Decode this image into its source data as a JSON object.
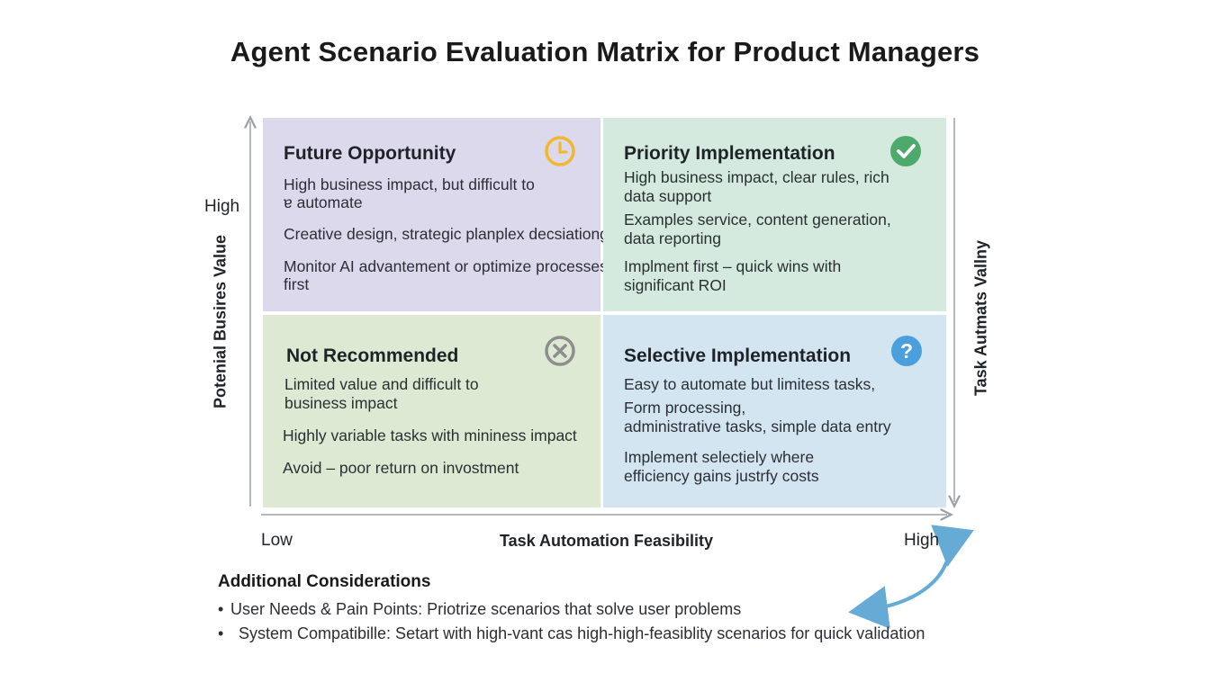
{
  "title": "Agent Scenario Evaluation Matrix for Product Managers",
  "axes": {
    "y_label": "Potenial Busires Value",
    "y_high": "High",
    "right_label": "Task Autmats Vallny",
    "x_label": "Task Automation Feasibility",
    "x_low": "Low",
    "x_high": "High"
  },
  "quadrants": {
    "future": {
      "title": "Future Opportunity",
      "icon": "clock-icon",
      "lines": [
        "High business impact, but difficult to",
        "ɐ automate",
        "Creative design, strategic planplex decsiationg",
        "Monitor AI advantement or optimize processes",
        "first"
      ]
    },
    "priority": {
      "title": "Priority Implementation",
      "icon": "check-circle-icon",
      "lines": [
        "High business impact, clear rules, rich",
        "data support",
        "Examples service, content generation,",
        "data reporting",
        "Implment first – quick wins with",
        "significant ROI"
      ]
    },
    "not_recommended": {
      "title": "Not Recommended",
      "icon": "x-circle-icon",
      "lines": [
        "Limited value and difficult to",
        "business impact",
        "Highly variable tasks with mininess impact",
        "Avoid – poor return on invostment"
      ]
    },
    "selective": {
      "title": "Selective Implementation",
      "icon": "question-circle-icon",
      "lines": [
        "Easy to automate but limitess tasks,",
        "Form processing,",
        "administrative tasks, simple data entry",
        "Implement selectiely where",
        "efficiency gains justrfy costs"
      ]
    }
  },
  "considerations": {
    "title": "Additional Considerations",
    "items": [
      "User Needs & Pain Points: Priotrize scenarios that solve user problems",
      "System Compatibille: Setart with high-vant cas high-high-feasiblity scenarios for quick validation"
    ]
  },
  "colors": {
    "future": "#ddd9ed",
    "priority": "#d4eadf",
    "not_recommended": "#dde9d3",
    "selective": "#d4e5f2",
    "clock": "#f2b731",
    "check": "#4daa6b",
    "x": "#8e8e8e",
    "question": "#4a9fdc",
    "curve_arrow": "#66aad6"
  }
}
